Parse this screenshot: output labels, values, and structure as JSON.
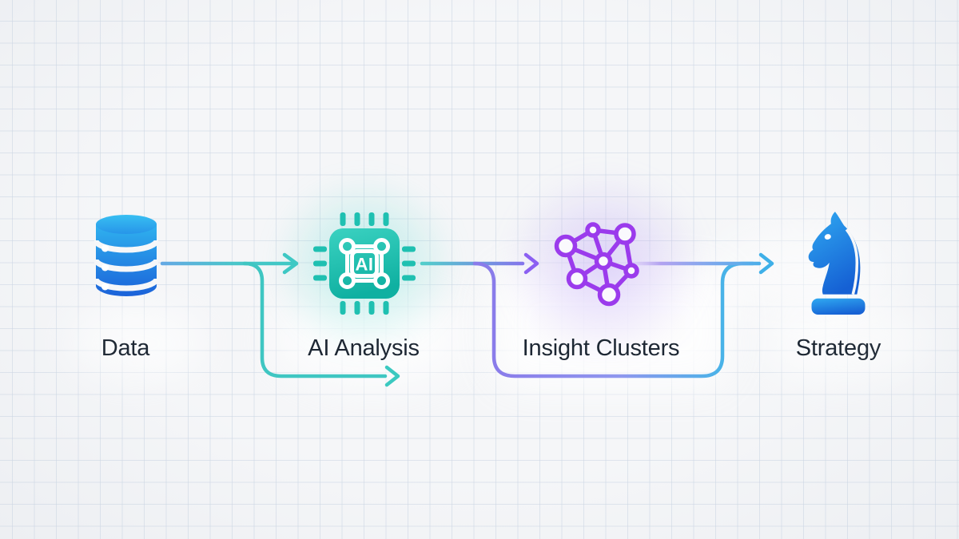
{
  "diagram": {
    "background": {
      "color": "#f5f6f8",
      "grid_color": "#cbd5e3"
    },
    "nodes": [
      {
        "id": "data",
        "label": "Data",
        "icon": "database-icon",
        "icon_colors": [
          "#2fb2ef",
          "#1b62d9"
        ]
      },
      {
        "id": "ai_analysis",
        "label": "AI Analysis",
        "icon": "ai-chip-icon",
        "chip_label": "AI",
        "icon_colors": [
          "#3bd2c1",
          "#0fb0a1"
        ]
      },
      {
        "id": "insight_clusters",
        "label": "Insight Clusters",
        "icon": "network-graph-icon",
        "icon_colors": [
          "#9b3bec"
        ]
      },
      {
        "id": "strategy",
        "label": "Strategy",
        "icon": "chess-knight-icon",
        "icon_colors": [
          "#2fa6f0",
          "#1560d4"
        ]
      }
    ],
    "flow_order": [
      "Data",
      "AI Analysis",
      "Insight Clusters",
      "Strategy"
    ],
    "connectors": [
      {
        "from": "data",
        "to": "ai_analysis",
        "shape": "straight-arrow",
        "colors": [
          "#64a9e4",
          "#3ec8c4"
        ]
      },
      {
        "from": "data",
        "to": "ai_analysis",
        "shape": "detour-under-label-arrow",
        "colors": [
          "#3fc6c2"
        ]
      },
      {
        "from": "ai_analysis",
        "to": "insight_clusters",
        "shape": "straight-arrow",
        "colors": [
          "#52cecb",
          "#8b68f0"
        ]
      },
      {
        "from": "ai_analysis",
        "to": "strategy",
        "shape": "detour-under-label",
        "colors": [
          "#8a7cea",
          "#49b3e8"
        ]
      },
      {
        "from": "insight_clusters",
        "to": "strategy",
        "shape": "straight-arrow",
        "colors": [
          "#c2aef2",
          "#3fb0e8"
        ]
      }
    ],
    "label_style": {
      "color": "#1d2733"
    }
  }
}
